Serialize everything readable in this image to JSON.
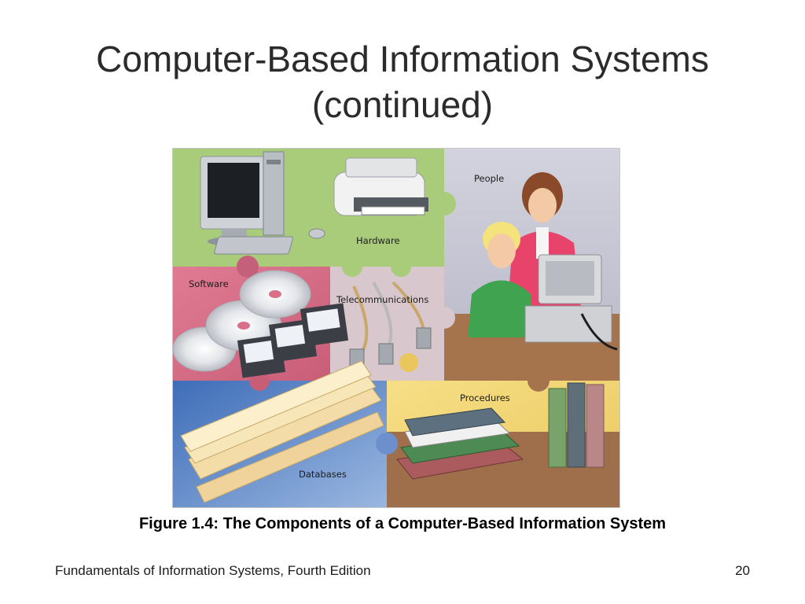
{
  "slide": {
    "title_line1": "Computer-Based Information Systems",
    "title_line2": "(continued)"
  },
  "figure": {
    "labels": {
      "hardware": "Hardware",
      "people": "People",
      "software": "Software",
      "telecommunications": "Telecommunications",
      "procedures": "Procedures",
      "databases": "Databases"
    },
    "caption": "Figure 1.4: The Components of a Computer-Based Information System"
  },
  "footer": {
    "book": "Fundamentals of Information Systems, Fourth Edition",
    "page_number": "20"
  },
  "colors": {
    "hardware_bg": "#a9cc7a",
    "people_bg": "#c9c9d6",
    "software_bg": "#d9708a",
    "telecom_bg": "#d8c7cc",
    "databases_bg": "#5d86c9",
    "procedures_bg": "#f0d77c"
  }
}
